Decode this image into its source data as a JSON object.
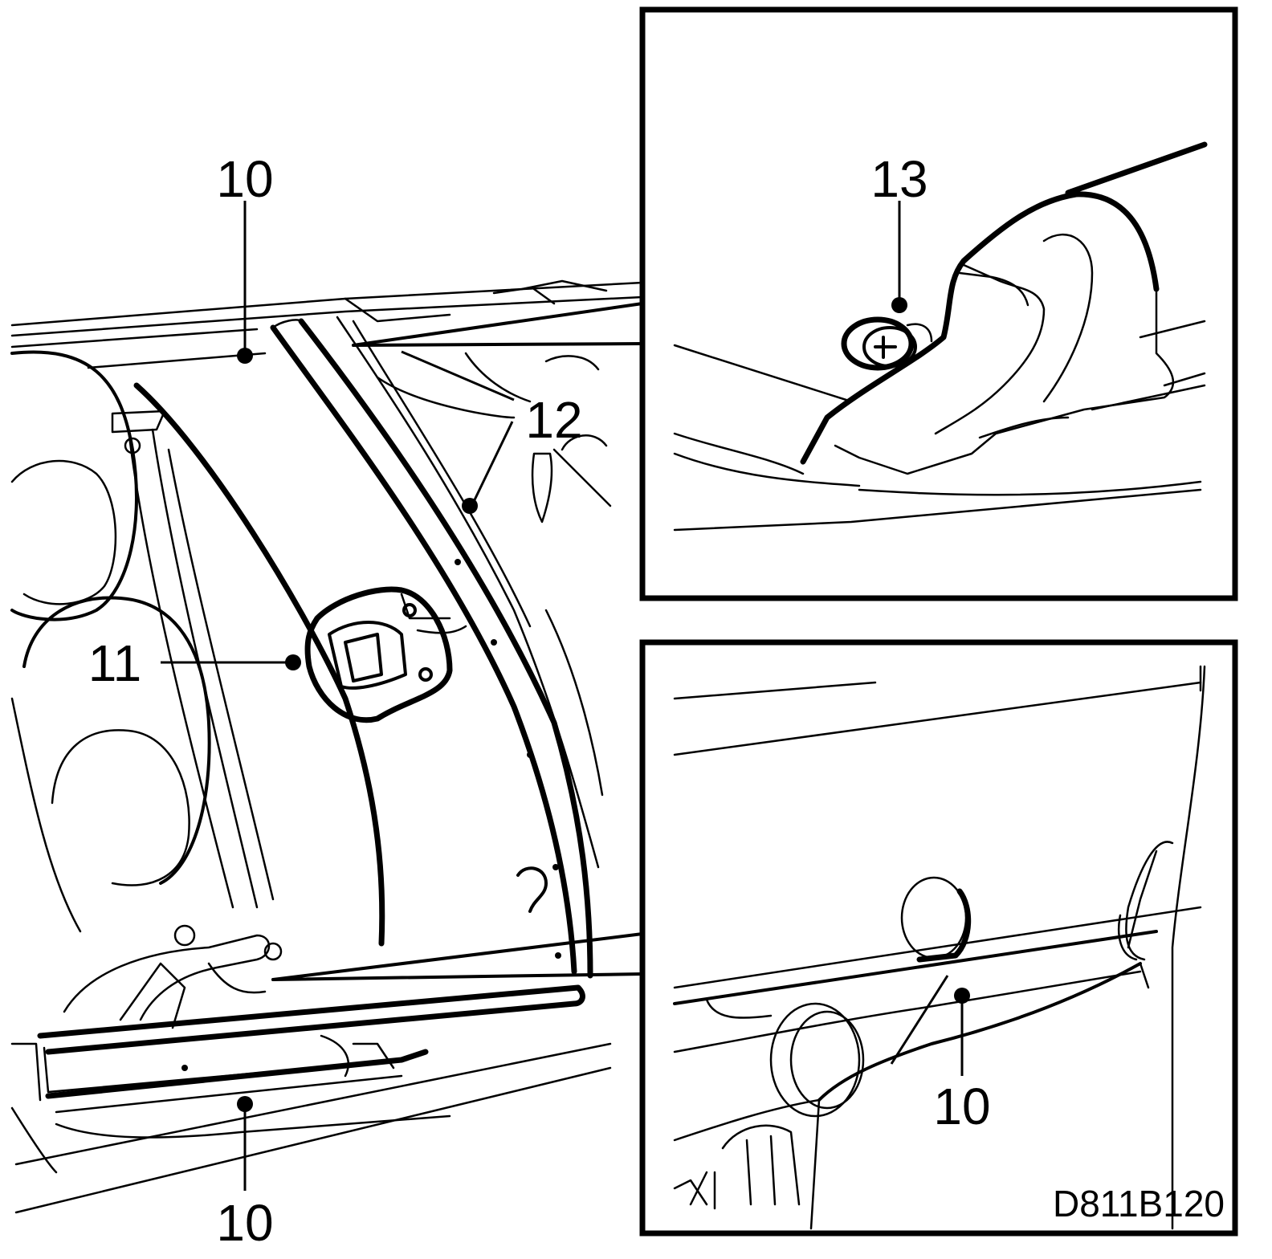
{
  "labels": {
    "part_10_top": "10",
    "part_10_bottom": "10",
    "part_10_detail": "10",
    "part_11": "11",
    "part_12": "12",
    "part_13": "13"
  },
  "drawing_code": "D811B120",
  "colors": {
    "ink": "#000000",
    "paper": "#ffffff"
  }
}
